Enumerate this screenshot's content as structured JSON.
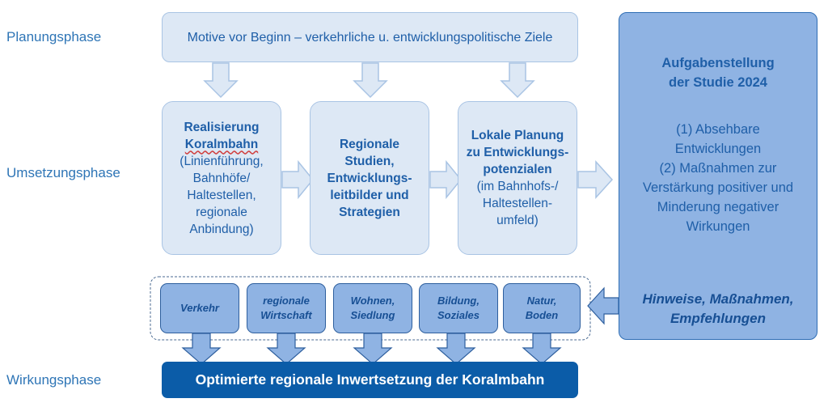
{
  "phases": {
    "planning": "Planungsphase",
    "implementation": "Umsetzungsphase",
    "impact": "Wirkungsphase"
  },
  "top_box": "Motive vor Beginn – verkehrliche u. entwicklungspolitische Ziele",
  "steps": [
    {
      "title1": "Realisierung",
      "title2": "Koralmbahn",
      "detail": "(Linienführung, Bahnhöfe/ Haltestellen, regionale Anbindung)"
    },
    {
      "title": "Regionale Studien, Entwicklungs-leitbilder und Strategien"
    },
    {
      "title": "Lokale Planung zu Entwicklungs-potenzialen",
      "detail": "(im Bahnhofs-/ Haltestellen-umfeld)"
    }
  ],
  "study_box": {
    "title": "Aufgabenstellung der Studie 2024",
    "item1": "(1) Absehbare Entwicklungen",
    "item2": "(2) Maßnahmen zur Verstärkung positiver und Minderung negativer Wirkungen",
    "footer": "Hinweise, Maßnahmen, Empfehlungen"
  },
  "fields": [
    "Verkehr",
    "regionale Wirtschaft",
    "Wohnen, Siedlung",
    "Bildung, Soziales",
    "Natur, Boden"
  ],
  "result_bar": "Optimierte regionale Inwertsetzung der Koralmbahn"
}
